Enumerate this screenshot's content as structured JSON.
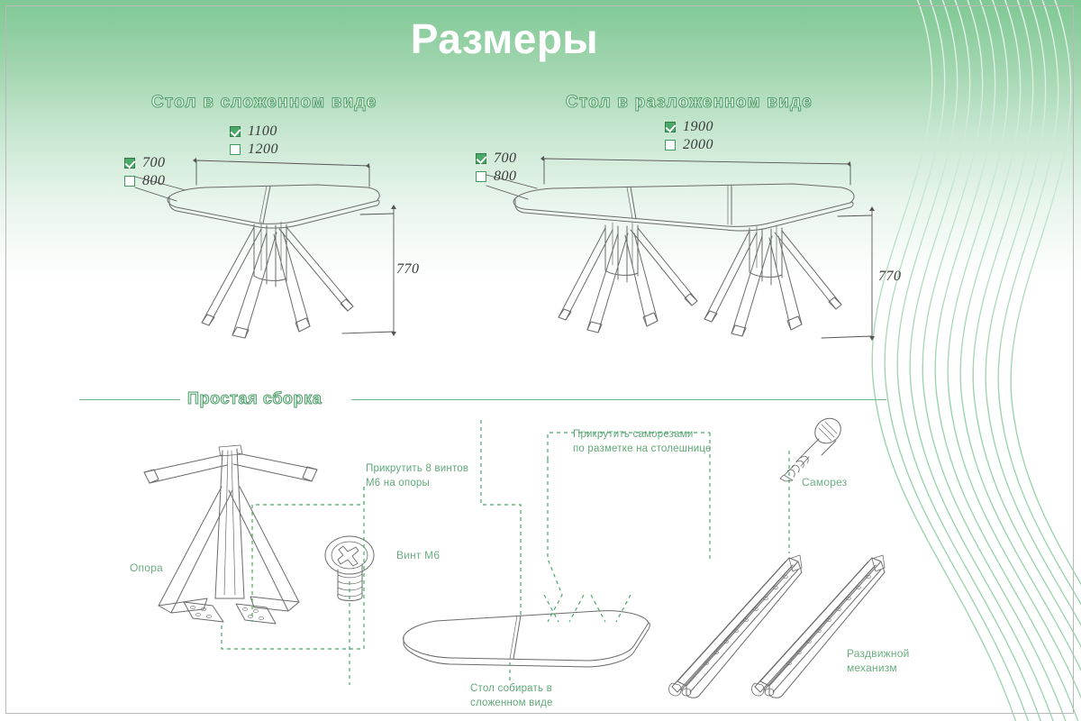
{
  "title": "Размеры",
  "sections": {
    "folded": {
      "heading": "Стол в сложенном виде",
      "length_options": [
        {
          "value": "1100",
          "checked": true
        },
        {
          "value": "1200",
          "checked": false
        }
      ],
      "width_options": [
        {
          "value": "700",
          "checked": true
        },
        {
          "value": "800",
          "checked": false
        }
      ],
      "height": "770"
    },
    "unfolded": {
      "heading": "Стол в разложенном виде",
      "length_options": [
        {
          "value": "1900",
          "checked": true
        },
        {
          "value": "2000",
          "checked": false
        }
      ],
      "width_options": [
        {
          "value": "700",
          "checked": true
        },
        {
          "value": "800",
          "checked": false
        }
      ],
      "height": "770"
    },
    "assembly": {
      "heading": "Простая сборка",
      "notes": {
        "bolts": "Прикрутить 8 винтов\nМ6 на опоры",
        "screws": "Прикрутить саморезами\nпо разметке на столешнице",
        "folded_assembly": "Стол собирать в\nсложенном виде"
      },
      "parts": {
        "support": "Опора",
        "bolt": "Винт М6",
        "screw": "Саморез",
        "mechanism": "Раздвижной\nмеханизм"
      }
    }
  },
  "colors": {
    "brand_green": "#4aa869",
    "heading_stroke": "#4e9c68",
    "note_text": "#5fa878",
    "line_art": "#6b6b6b",
    "dimension_text": "#3a3a3a",
    "title_text": "#ffffff",
    "gradient_top": "#7fc894",
    "swirl": "#8fcea4"
  },
  "icons": {
    "checkbox_checked": "checkbox-checked-icon",
    "checkbox_empty": "checkbox-empty-icon",
    "bolt": "bolt-m6-icon",
    "screw": "self-tapping-screw-icon",
    "table_folded": "table-folded-drawing",
    "table_unfolded": "table-unfolded-drawing",
    "support_base": "support-base-drawing",
    "slide_mechanism": "slide-mechanism-drawing",
    "tabletop": "tabletop-drawing"
  }
}
